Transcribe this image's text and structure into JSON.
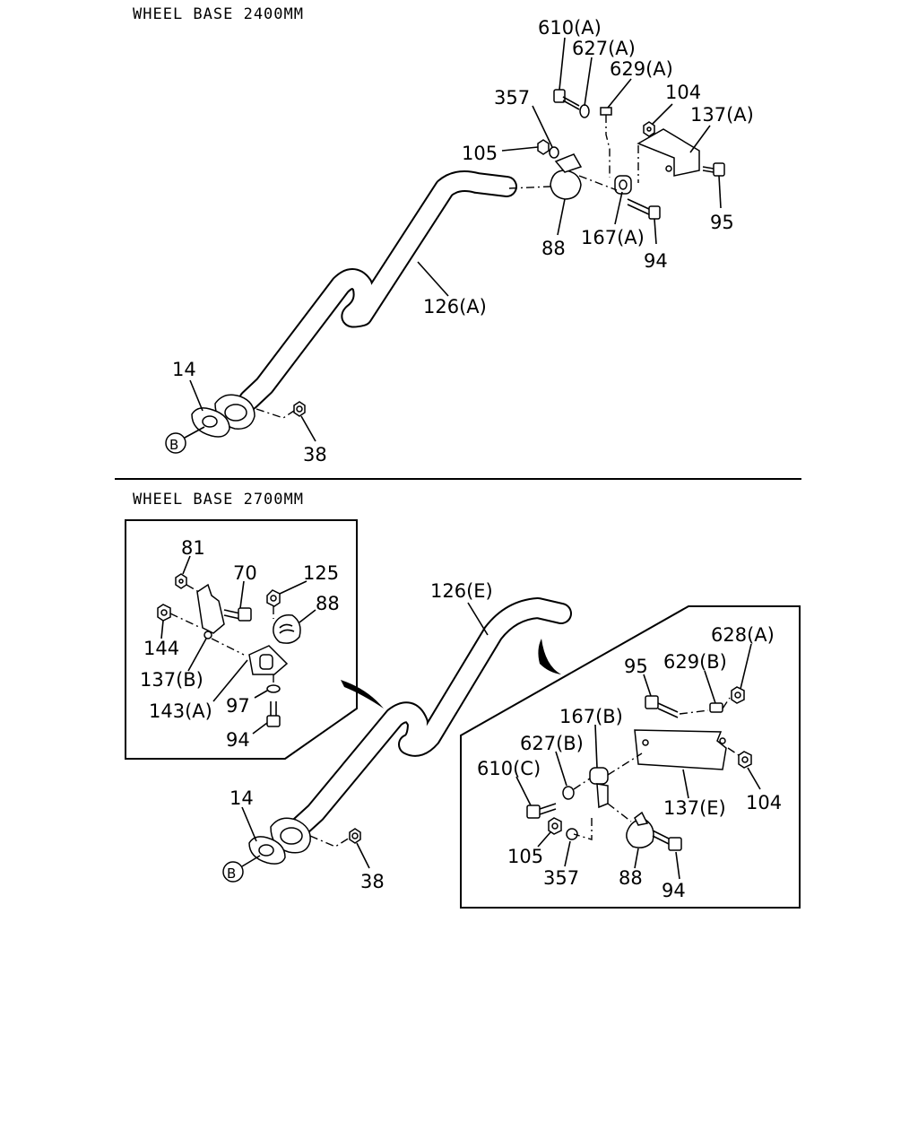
{
  "sections": {
    "top": {
      "heading": "WHEEL BASE 2400MM",
      "labels": {
        "p610a": "610(A)",
        "p627a": "627(A)",
        "p629a": "629(A)",
        "p357": "357",
        "p104": "104",
        "p137a": "137(A)",
        "p105": "105",
        "p95": "95",
        "p88": "88",
        "p167a": "167(A)",
        "p94": "94",
        "p126a": "126(A)",
        "p14": "14",
        "pB": "B",
        "p38": "38"
      }
    },
    "bottom": {
      "heading": "WHEEL BASE 2700MM",
      "inset_left": {
        "p81": "81",
        "p70": "70",
        "p125": "125",
        "p88": "88",
        "p144": "144",
        "p137b": "137(B)",
        "p143a": "143(A)",
        "p97": "97",
        "p94": "94"
      },
      "labels": {
        "p126e": "126(E)",
        "p14": "14",
        "pB": "B",
        "p38": "38"
      },
      "inset_right": {
        "p628a": "628(A)",
        "p95": "95",
        "p629b": "629(B)",
        "p167b": "167(B)",
        "p627b": "627(B)",
        "p610c": "610(C)",
        "p137e": "137(E)",
        "p104": "104",
        "p105": "105",
        "p357": "357",
        "p88": "88",
        "p94": "94"
      }
    }
  }
}
